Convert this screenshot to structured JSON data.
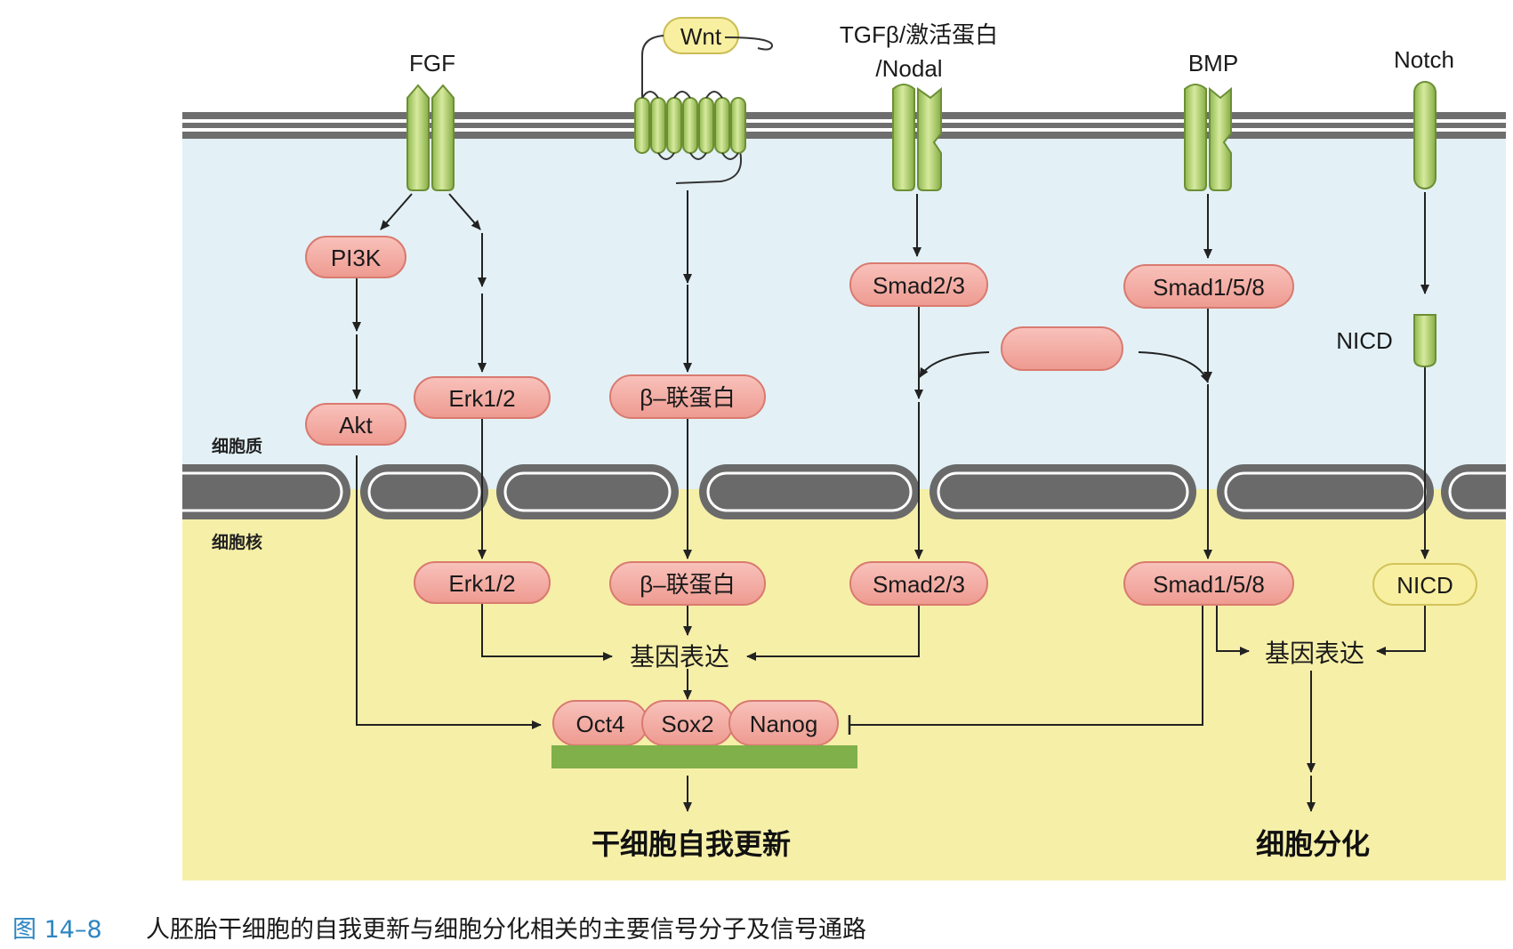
{
  "receptors": {
    "fgf": "FGF",
    "wnt": "Wnt",
    "tgf_line1": "TGFβ/激活蛋白",
    "tgf_line2": "/Nodal",
    "bmp": "BMP",
    "notch": "Notch"
  },
  "compartments": {
    "cytoplasm": "细胞质",
    "nucleus": "细胞核"
  },
  "cytoplasm_nodes": {
    "pi3k": "PI3K",
    "akt": "Akt",
    "erk": "Erk1/2",
    "beta_catenin": "β–联蛋白",
    "smad23": "Smad2/3",
    "smad158": "Smad1/5/8",
    "nicd": "NICD"
  },
  "nucleus_nodes": {
    "erk": "Erk1/2",
    "beta_catenin": "β–联蛋白",
    "smad23": "Smad2/3",
    "smad158": "Smad1/5/8",
    "nicd": "NICD",
    "gene_expression_left": "基因表达",
    "gene_expression_right": "基因表达",
    "oct4": "Oct4",
    "sox2": "Sox2",
    "nanog": "Nanog"
  },
  "outcomes": {
    "self_renewal": "干细胞自我更新",
    "differentiation": "细胞分化"
  },
  "caption": {
    "figure_number": "图 14–8",
    "text": "人胚胎干细胞的自我更新与细胞分化相关的主要信号分子及信号通路"
  },
  "colors": {
    "cytoplasm_bg": "#e3f1f6",
    "nucleus_bg": "#f6efa8",
    "membrane": "#6b6b6b",
    "receptor": "#b5d57a",
    "node_fill": "#f3a8a0",
    "wnt_fill": "#f8efa0",
    "dna": "#7fb04a",
    "caption_accent": "#2e86c1"
  }
}
